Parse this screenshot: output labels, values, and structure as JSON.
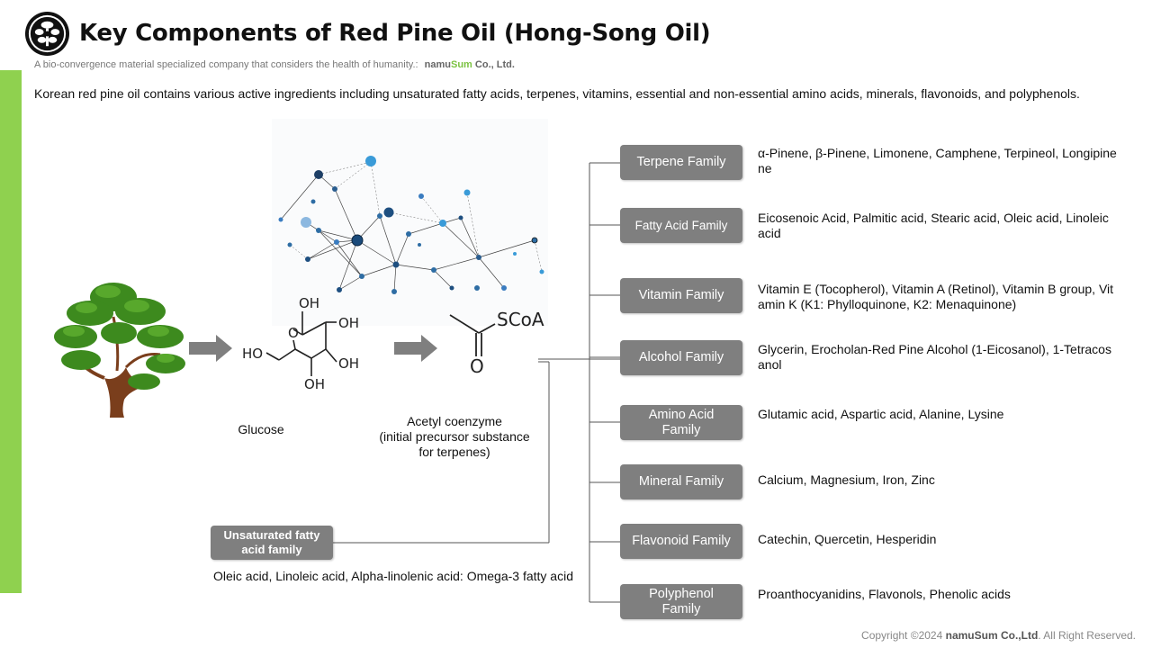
{
  "header": {
    "title": "Key Components of Red Pine Oil (Hong-Song Oil)",
    "subtitle": "A bio-convergence material specialized company that considers the health of humanity.:",
    "brand_prefix": "namu",
    "brand_highlight": "Sum",
    "brand_suffix": " Co., Ltd."
  },
  "intro": "Korean red pine oil contains various active ingredients including unsaturated fatty acids, terpenes, vitamins, essential and non-essential amino acids, minerals, flavonoids, and polyphenols.",
  "diagram": {
    "glucose": {
      "caption": "Glucose",
      "labels": {
        "oh_top": "OH",
        "oh_right_top": "OH",
        "oh_right_bottom": "OH",
        "oh_bottom": "OH",
        "ho_left": "HO",
        "ring_o": "O"
      }
    },
    "acetyl": {
      "caption_line1": "Acetyl coenzyme",
      "caption_line2": "(initial precursor substance",
      "caption_line3": "for terpenes)",
      "labels": {
        "scoa": "SCoA",
        "o": "O"
      }
    }
  },
  "families": [
    {
      "label": "Terpene Family",
      "desc": "α-Pinene, β-Pinene, Limonene, Camphene, Terpineol, Longipinene"
    },
    {
      "label": "Fatty Acid Family",
      "desc": "Eicosenoic Acid, Palmitic acid, Stearic acid, Oleic acid, Linoleic acid"
    },
    {
      "label": "Vitamin Family",
      "desc": "Vitamin E (Tocopherol), Vitamin A (Retinol), Vitamin B group, Vitamin K (K1: Phylloquinone, K2: Menaquinone)"
    },
    {
      "label": "Alcohol Family",
      "desc": "Glycerin, Erocholan-Red Pine Alcohol (1-Eicosanol), 1-Tetracosanol"
    },
    {
      "label": "Amino Acid Family",
      "desc": "Glutamic acid, Aspartic acid, Alanine, Lysine"
    },
    {
      "label": "Mineral Family",
      "desc": "Calcium, Magnesium, Iron, Zinc"
    },
    {
      "label": "Flavonoid Family",
      "desc": "Catechin, Quercetin, Hesperidin"
    },
    {
      "label": "Polyphenol Family",
      "desc": "Proanthocyanidins, Flavonols, Phenolic acids"
    }
  ],
  "unsaturated": {
    "label": "Unsaturated fatty acid family",
    "desc": "Oleic acid, Linoleic acid, Alpha-linolenic acid: Omega-3 fatty acid"
  },
  "footer": {
    "copyright_prefix": "Copyright ©2024",
    "brand": "namuSum Co.,Ltd",
    "copyright_suffix": ". All Right Reserved."
  },
  "colors": {
    "accent_green": "#8fd14f",
    "box_gray": "#7f7f7f",
    "arrow_gray": "#7f7f7f",
    "network_blue": "#2e6da4"
  },
  "icons": [
    "company-logo-icon",
    "pine-tree-icon",
    "molecular-network-icon",
    "right-arrow-icon"
  ]
}
